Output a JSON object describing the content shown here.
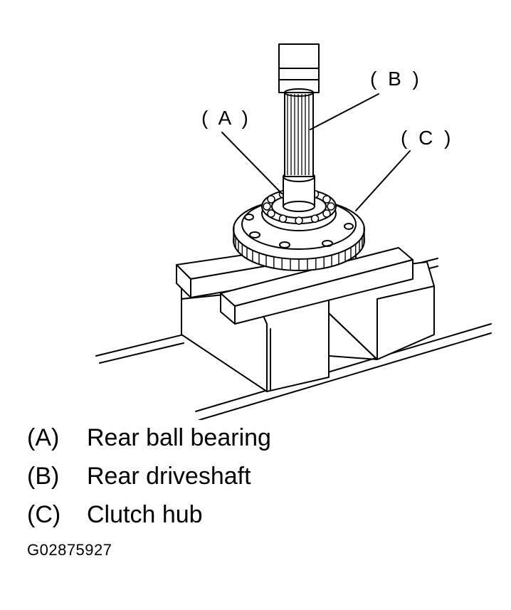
{
  "callouts": {
    "a": "( A )",
    "b": "( B )",
    "c": "( C )"
  },
  "legend": [
    {
      "key": "(A)",
      "text": "Rear ball bearing"
    },
    {
      "key": "(B)",
      "text": "Rear driveshaft"
    },
    {
      "key": "(C)",
      "text": "Clutch hub"
    }
  ],
  "figure_code": "G02875927"
}
